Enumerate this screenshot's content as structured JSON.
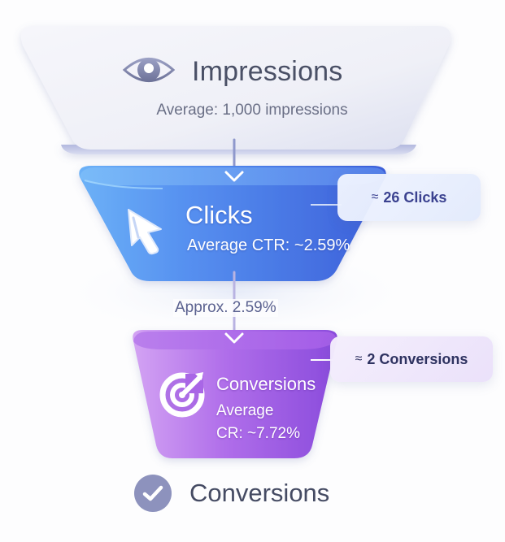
{
  "colors": {
    "background": "#fdfdfe",
    "impressions_fill": "#eeeff7",
    "impressions_text": "#4a5066",
    "clicks_fill": "#4e82ec",
    "conversions_fill": "#a866e6",
    "badge_text": "#3b4290",
    "footer_check": "#8d92bd"
  },
  "funnel": {
    "stages": [
      {
        "id": "impressions",
        "icon": "eye-icon",
        "title": "Impressions",
        "subtitle": "Average: 1,000 impressions"
      },
      {
        "id": "clicks",
        "icon": "cursor-arrow-icon",
        "title": "Clicks",
        "subtitle": "Average CTR: ~2.59%",
        "badge": {
          "symbol": "≈",
          "text": "26 Clicks"
        }
      },
      {
        "id": "conversions",
        "icon": "target-icon",
        "title": "Conversions",
        "subtitle_line1": "Average",
        "subtitle_line2": "CR: ~7.72%",
        "badge": {
          "symbol": "≈",
          "text": "2 Conversions"
        }
      }
    ],
    "connectors": [
      {
        "from": "impressions",
        "to": "clicks",
        "label": ""
      },
      {
        "from": "clicks",
        "to": "conversions",
        "label": "Approx.  2.59%"
      }
    ]
  },
  "footer": {
    "icon": "check-circle-icon",
    "label": "Conversions"
  }
}
